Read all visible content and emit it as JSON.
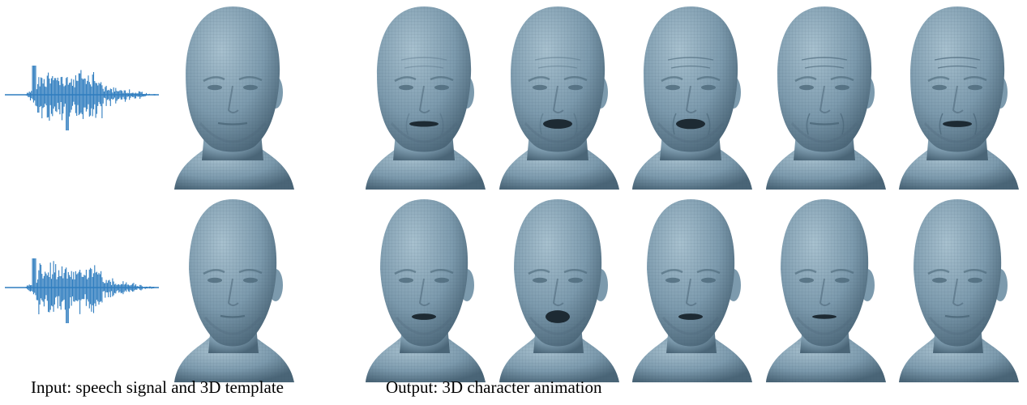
{
  "figure": {
    "captions": {
      "input": "Input: speech signal and 3D template",
      "output": "Output: 3D character animation"
    },
    "colors": {
      "waveform": "#2f7dbf",
      "mesh_light": "#a8c1cf",
      "mesh_mid": "#7c9aad",
      "mesh_dark": "#4a6577",
      "mouth": "#1d2a33"
    },
    "rows": [
      {
        "subject": "older-bald-man",
        "template": {
          "mouth_open": 0.0,
          "wrinkles": 0.0
        },
        "frames": [
          {
            "mouth_open": 0.25,
            "wrinkles": 0.2
          },
          {
            "mouth_open": 0.55,
            "wrinkles": 0.3
          },
          {
            "mouth_open": 0.6,
            "wrinkles": 0.8
          },
          {
            "mouth_open": 0.05,
            "wrinkles": 0.9
          },
          {
            "mouth_open": 0.3,
            "wrinkles": 1.0
          }
        ]
      },
      {
        "subject": "younger-man",
        "template": {
          "mouth_open": 0.0,
          "wrinkles": 0.0
        },
        "frames": [
          {
            "mouth_open": 0.3,
            "wrinkles": 0.0
          },
          {
            "mouth_open": 0.8,
            "wrinkles": 0.0
          },
          {
            "mouth_open": 0.3,
            "wrinkles": 0.0
          },
          {
            "mouth_open": 0.15,
            "wrinkles": 0.0
          },
          {
            "mouth_open": 0.05,
            "wrinkles": 0.0
          }
        ]
      }
    ]
  }
}
